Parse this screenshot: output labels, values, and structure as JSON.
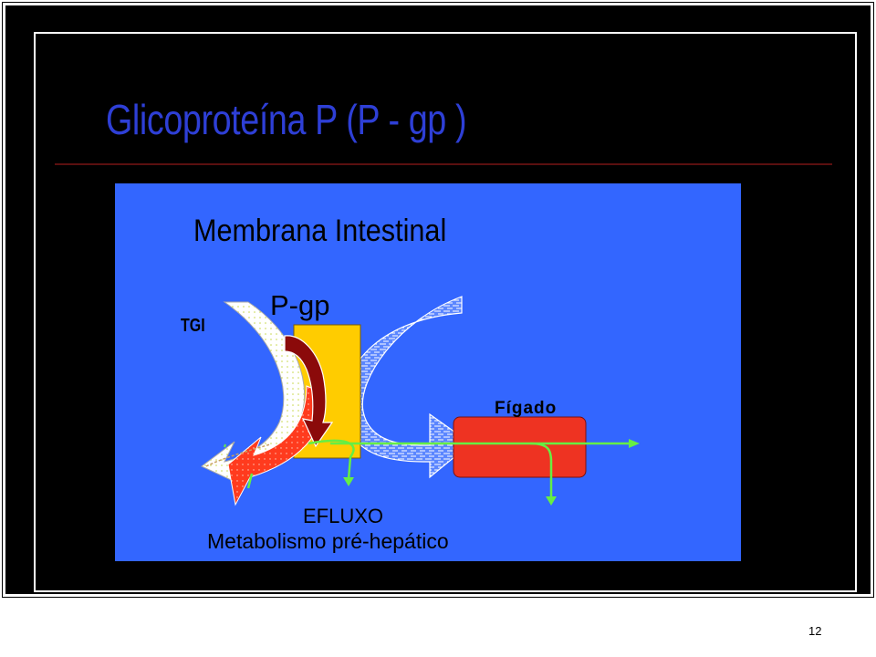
{
  "slide": {
    "title": "Glicoproteína P (P - gp )",
    "page_number": "12"
  },
  "diagram": {
    "membrane_label": "Membrana Intestinal",
    "tgi_label": "TGI",
    "pgp_label": "P-gp",
    "liver_label": "Fígado",
    "efflux_label": "EFLUXO",
    "metabolism_label": "Metabolismo pré-hepático"
  },
  "colors": {
    "background": "#000000",
    "title": "#2e3fd6",
    "panel": "#3366ff",
    "pgp_box": "#ffcc00",
    "liver": "#ee3322",
    "efflux_arrow": "#8b0a0a",
    "flow_lines": "#66ee44"
  }
}
